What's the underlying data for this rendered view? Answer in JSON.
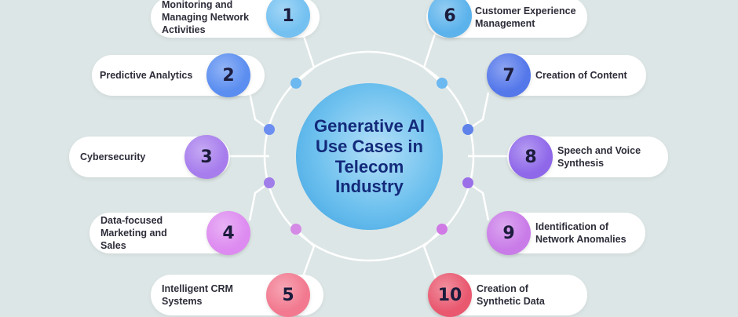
{
  "center_title": "Generative AI\nUse Cases in\nTelecom\nIndustry",
  "items": [
    {
      "number": "1",
      "label": "Monitoring and\nManaging Network\nActivities",
      "color": "#74c1f1"
    },
    {
      "number": "2",
      "label": "Predictive Analytics",
      "color": "#5b8ef0"
    },
    {
      "number": "3",
      "label": "Cybersecurity",
      "color": "#a77ded"
    },
    {
      "number": "4",
      "label": "Data-focused\nMarketing and Sales",
      "color": "#dd8bf0"
    },
    {
      "number": "5",
      "label": "Intelligent CRM\nSystems",
      "color": "#f2798f"
    },
    {
      "number": "6",
      "label": "Customer Experience\nManagement",
      "color": "#5cb3ec"
    },
    {
      "number": "7",
      "label": "Creation of Content",
      "color": "#5477ea"
    },
    {
      "number": "8",
      "label": "Speech and Voice\nSynthesis",
      "color": "#8f68ea"
    },
    {
      "number": "9",
      "label": "Identification of\nNetwork Anomalies",
      "color": "#c97be8"
    },
    {
      "number": "10",
      "label": "Creation of\nSynthetic Data",
      "color": "#e9586f"
    }
  ],
  "colors": {
    "background": "#dde6e6",
    "connector": "#ffffff",
    "center_gradient_light": "#b3dff8",
    "center_gradient_dark": "#3b9fe0",
    "title": "#132a7a"
  }
}
